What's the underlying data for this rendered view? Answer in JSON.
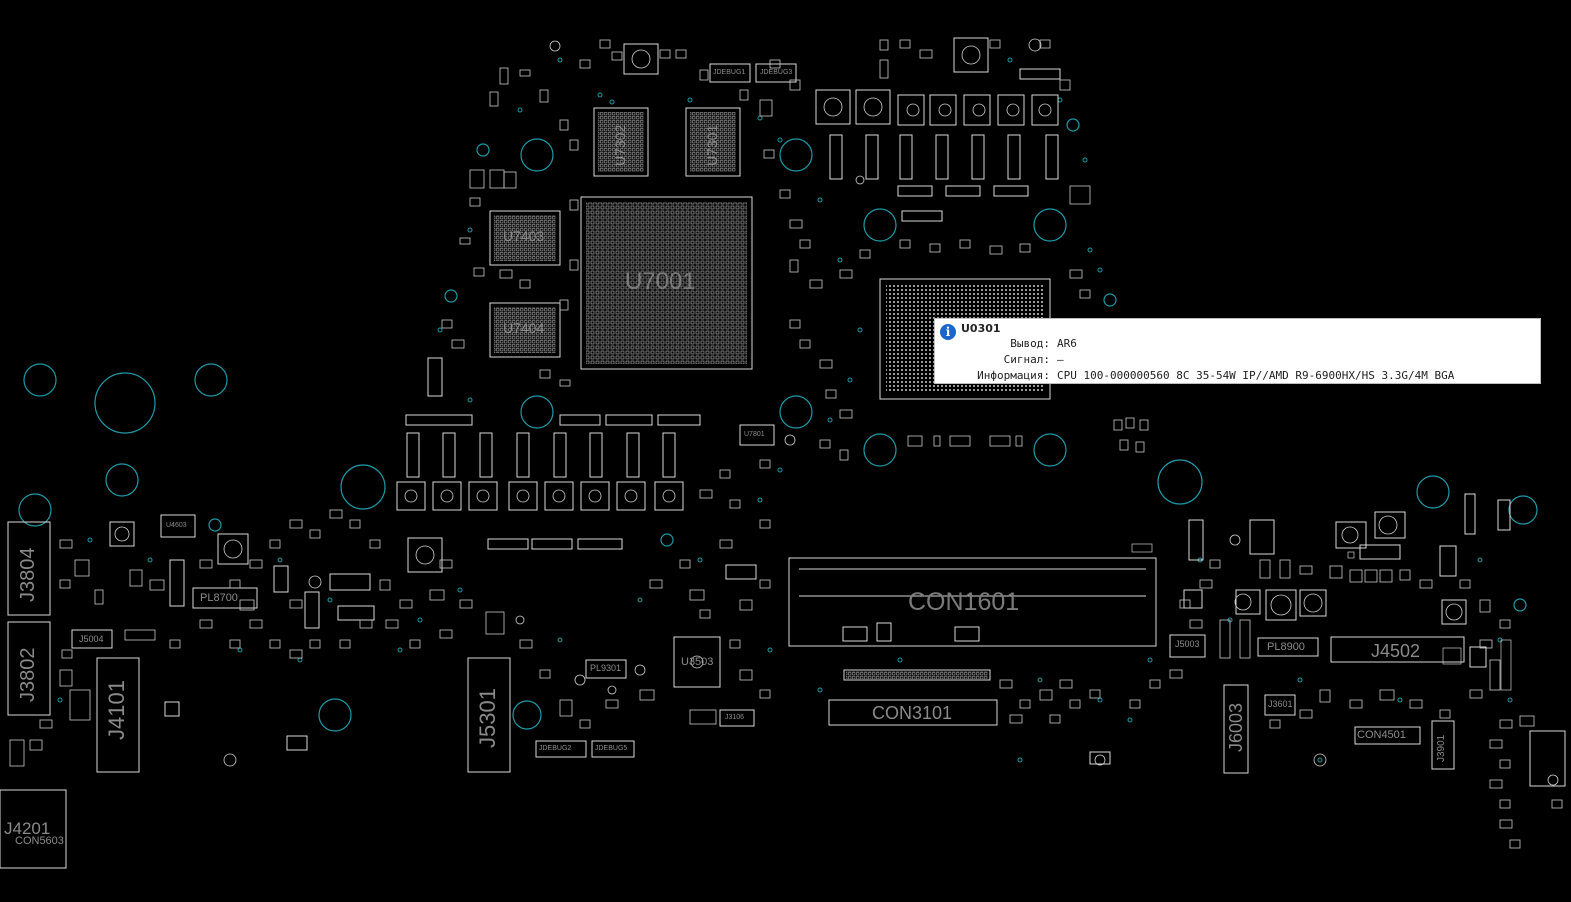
{
  "board": {
    "components": {
      "U7001": "U7001",
      "U7302": "U7302",
      "U7301": "U7301",
      "U7403": "U7403",
      "U7404": "U7404",
      "CON1601": "CON1601",
      "CON3101": "CON3101",
      "J3804": "J3804",
      "J3802": "J3802",
      "J4101": "J4101",
      "J5301": "J5301",
      "J6003": "J6003",
      "J4502": "J4502",
      "J5004": "J5004",
      "J5003": "J5003",
      "J3601": "J3601",
      "J3901": "J3901",
      "U3503": "U3503",
      "PL8700": "PL8700",
      "PL8900": "PL8900",
      "PL9301": "PL9301",
      "CON4501": "CON4501",
      "J4201": "J4201",
      "CON5603": "CON5603",
      "JDEBUG1": "JDEBUG1",
      "JDEBUG3": "JDEBUG3",
      "JDEBUG2": "JDEBUG2",
      "JDEBUG5": "JDEBUG5",
      "U4603": "U4603",
      "J3106": "J3106",
      "U7801": "U7801"
    }
  },
  "tooltip": {
    "icon": "info-icon",
    "ref": "U0301",
    "pin_label": "Вывод:",
    "pin_value": "AR6",
    "signal_label": "Сигнал:",
    "signal_value": "—",
    "info_label": "Информация:",
    "info_value": "CPU 100-000000560 8C 35-54W IP//AMD R9-6900HX/HS 3.3G/4M BGA"
  },
  "colors": {
    "background": "#000000",
    "outline": "#d9d9d9",
    "via": "#1e9aa6",
    "label": "#8c8c8c",
    "accent": "#1a66c9"
  }
}
